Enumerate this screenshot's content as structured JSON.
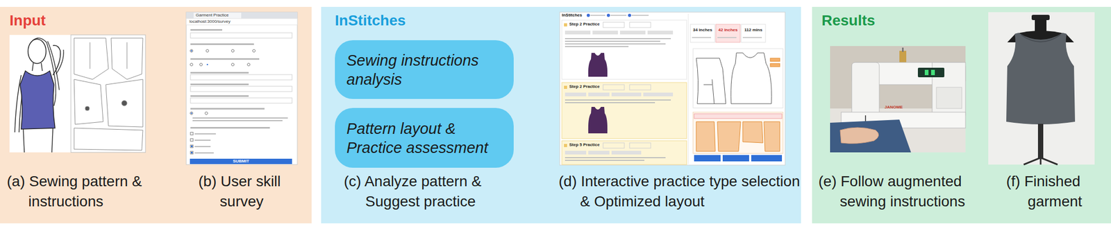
{
  "diagram": {
    "nodes": [
      {
        "text": [
          "Input"
        ]
      },
      {
        "text": [
          "InStitches"
        ]
      },
      {
        "text": [
          "Sewing instructions analysis"
        ],
        "in": 1
      },
      {
        "text": [
          "Pattern layout & Practice assessment"
        ],
        "in": 1
      },
      {
        "text": [
          "Results"
        ]
      }
    ],
    "labels": [
      "(a) Sewing pattern & instructions",
      "(b) User skill survey",
      "(c) Analyze pattern & Suggest practice",
      "(d) Interactive practice type selection & Optimized layout",
      "(e) Follow augmented sewing instructions",
      "(f) Finished garment",
      "Garment Practice",
      "localhost:3000/survey",
      "SUBMIT",
      "InStitches",
      "Step 2 Practice",
      "Step 2 Practice",
      "Step 5 Practice",
      "34 inches",
      "42 inches",
      "112 mins",
      "JANOME"
    ]
  }
}
